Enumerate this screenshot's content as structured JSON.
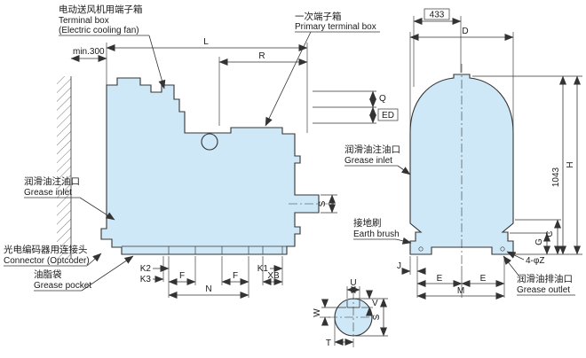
{
  "colors": {
    "body_fill": "#cfe8f8",
    "line": "#333333"
  },
  "callouts": {
    "fan_terminal_box": {
      "cn": "电动送风机用端子箱",
      "en1": "Terminal box",
      "en2": "(Electric cooling fan)"
    },
    "primary_terminal_box": {
      "cn": "一次端子箱",
      "en": "Primary terminal box"
    },
    "grease_inlet_left": {
      "cn": "润滑油注油口",
      "en": "Grease inlet"
    },
    "optcoder": {
      "cn": "光电编码器用连接头",
      "en": "Connector (Optcoder)"
    },
    "grease_pocket": {
      "cn": "油脂袋",
      "en": "Grease pocket"
    },
    "grease_inlet_right": {
      "cn": "润滑油注油口",
      "en": "Grease inlet"
    },
    "earth_brush": {
      "cn": "接地刷",
      "en": "Earth brush"
    },
    "grease_outlet": {
      "cn": "润滑油排油口",
      "en": "Grease outlet"
    }
  },
  "dimensions": {
    "min300": "min.300",
    "L": "L",
    "R": "R",
    "Q": "Q",
    "ED": "ED",
    "S_shaft": "S",
    "K1": "K1",
    "K2": "K2",
    "K3": "K3",
    "F1": "F",
    "F2": "F",
    "N": "N",
    "XB": "XB",
    "n433": "433",
    "D": "D",
    "H": "H",
    "n1043": "1043",
    "G": "G",
    "C": "C",
    "J": "J",
    "E1": "E",
    "E2": "E",
    "M": "M",
    "phiZ": "4-φZ",
    "U": "U",
    "V": "V",
    "W": "W",
    "T": "T",
    "S_dia": "S"
  }
}
